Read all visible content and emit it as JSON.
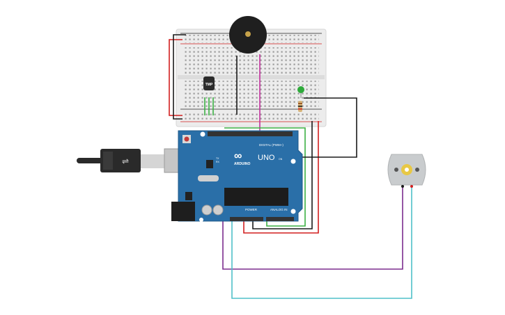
{
  "canvas": {
    "background": "#ffffff"
  },
  "arduino": {
    "brand": "ARDUINO",
    "model": "UNO",
    "digital_label": "DIGITAL (PWM~)",
    "power_label": "POWER",
    "analog_label": "ANALOG IN",
    "on_label": "ON",
    "tx_label": "TX",
    "rx_label": "RX",
    "board_color": "#2a6fa8",
    "header_color": "#333333"
  },
  "temp_sensor": {
    "label": "TMP",
    "body_color": "#2b2b2b"
  },
  "buzzer": {
    "body_color": "#1f1f1f",
    "center_color": "#c6a24a"
  },
  "led": {
    "color": "#2eaa3a"
  },
  "motor": {
    "body_color": "#c9ccce",
    "shaft_color": "#e8c845"
  },
  "wires": {
    "red": "#d21f1f",
    "black": "#1a1a1a",
    "green": "#3cb043",
    "magenta": "#c2309c",
    "purple": "#7b2d8e",
    "cyan": "#4fc0c8"
  },
  "usb_cable": {
    "color": "#2a2a2a"
  }
}
